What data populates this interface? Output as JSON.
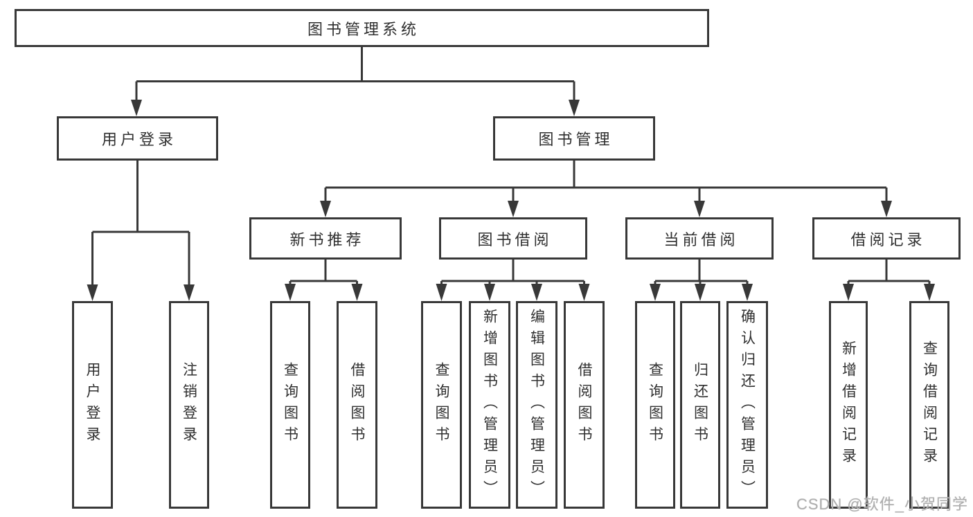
{
  "diagram": {
    "root": {
      "label": "图书管理系统",
      "children": [
        {
          "label": "用户登录",
          "children": [
            {
              "label": "用户登录"
            },
            {
              "label": "注销登录"
            }
          ]
        },
        {
          "label": "图书管理",
          "children": [
            {
              "label": "新书推荐",
              "children": [
                {
                  "label": "查询图书"
                },
                {
                  "label": "借阅图书"
                }
              ]
            },
            {
              "label": "图书借阅",
              "children": [
                {
                  "label": "查询图书"
                },
                {
                  "label": "新增图书（管理员）"
                },
                {
                  "label": "编辑图书（管理员）"
                },
                {
                  "label": "借阅图书"
                }
              ]
            },
            {
              "label": "当前借阅",
              "children": [
                {
                  "label": "查询图书"
                },
                {
                  "label": "归还图书"
                },
                {
                  "label": "确认归还（管理员）"
                }
              ]
            },
            {
              "label": "借阅记录",
              "children": [
                {
                  "label": "新增借阅记录"
                },
                {
                  "label": "查询借阅记录"
                }
              ]
            }
          ]
        }
      ]
    }
  },
  "watermark": {
    "text": "CSDN @软件_小贺同学"
  },
  "colors": {
    "line": "#383838",
    "text": "#2f2f2f",
    "watermark": "#aeaeae",
    "background": "#ffffff"
  }
}
